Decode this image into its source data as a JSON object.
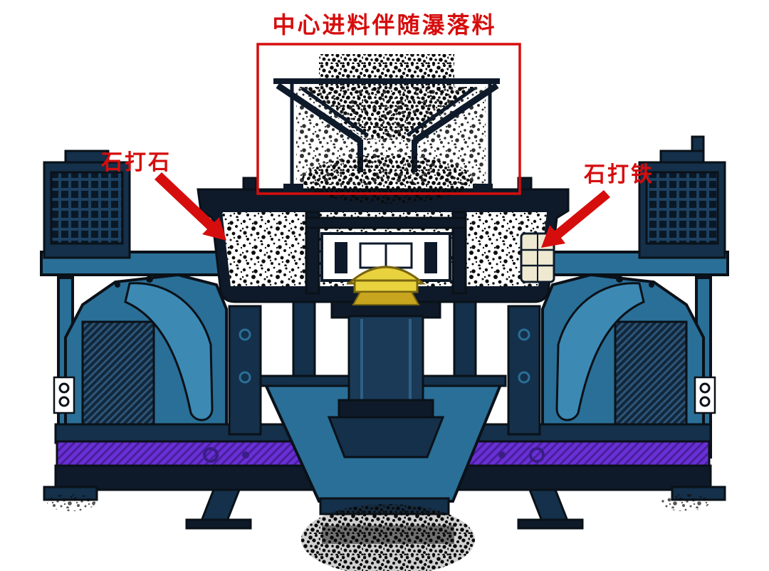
{
  "page": {
    "background": "#ffffff"
  },
  "annotations": {
    "top_label": "中心进料伴随瀑落料",
    "left_label": "石打石",
    "right_label": "石打铁"
  },
  "colors": {
    "page_bg": "#ffffff",
    "annotation_red": "#d60d0d",
    "machine_teal": "#2a6f97",
    "machine_teal_light": "#3c89b4",
    "navy": "#14304a",
    "navy_dark": "#0e1a2a",
    "outline_black": "#0a1118",
    "rotor_yellow": "#e8d33e",
    "rotor_yellow_dark": "#c7a51f",
    "beam_purple": "#6b2fd6",
    "beam_purple_dark": "#47209c",
    "anvil_cream": "#efe9d2"
  }
}
